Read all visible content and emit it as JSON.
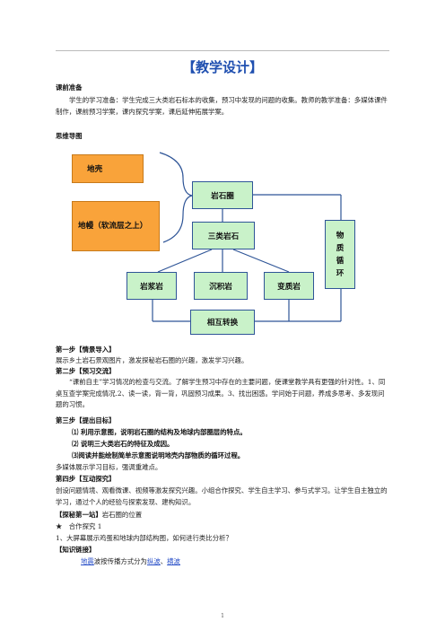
{
  "title": "【教学设计】",
  "prep": {
    "heading": "课前准备",
    "body": "学生的学习准备：学生完成三大类岩石标本的收集，预习中发现的问题的收集。教师的教学准备：多媒体课件制作，课前预习学案，课内探究学案，课后延伸拓展学案。"
  },
  "mindmap": {
    "heading": "思维导图",
    "node_crust": "地壳",
    "node_mantle": "地幔（软流层之上）",
    "node_rockcycle": "岩石圈",
    "node_three_rocks": "三类岩石",
    "node_magmatic": "岩浆岩",
    "node_sedimentary": "沉积岩",
    "node_metamorphic": "变质岩",
    "node_transform": "相互转换",
    "node_material": [
      "物",
      "质",
      "循",
      "环"
    ]
  },
  "step1": {
    "heading": "第一步【情景导入】",
    "body": "展示乡土岩石景观图片，激发探秘岩石圈的兴趣，激发学习兴趣。"
  },
  "step2": {
    "heading": "第二步【预习交流】",
    "body": "“课前自主”学习情况的检查与交流。了解学生预习中存在的主要问题，使课堂教学具有更强的针对性。1、同桌互查学案完成情况.2、读一读，背一背，巩固预习成果。3、找出困惑。学问始于问题，养成多思考、多发现问题的习惯。"
  },
  "step3": {
    "heading": "第三步【提出目标】",
    "goals": [
      "⑴ 利用示意图，说明岩石圈的结构及地球内部圈层的特点。",
      "⑵ 说明三大类岩石的特征及成因。",
      "⑶阅读并能绘制简单示意图说明地壳内部物质的循环过程。"
    ],
    "note": "多媒体展示学习目标，强调重难点。"
  },
  "step4": {
    "heading": "第四步【互动探究】",
    "body": "创设问题情境、观看微课、视频等激发探究兴趣。小组合作探究、学生自主学习、参与式学习。让学生自主独立的学习，通过个人的经验与探索发现、建构知识。"
  },
  "explore1": {
    "heading": "【探秘第一站】",
    "heading_rest": "岩石圈的位置",
    "sub": "★　合作探究 1",
    "q1": "1、大屏幕展示鸡蛋和地球内部结构图，如何进行类比分析？"
  },
  "knowledge": {
    "heading": "【知识链接】",
    "link1": "地震",
    "mid": "波按传播方式分为",
    "link2": "纵波",
    "sep": "、",
    "link3": "横波"
  },
  "page_number": "1"
}
